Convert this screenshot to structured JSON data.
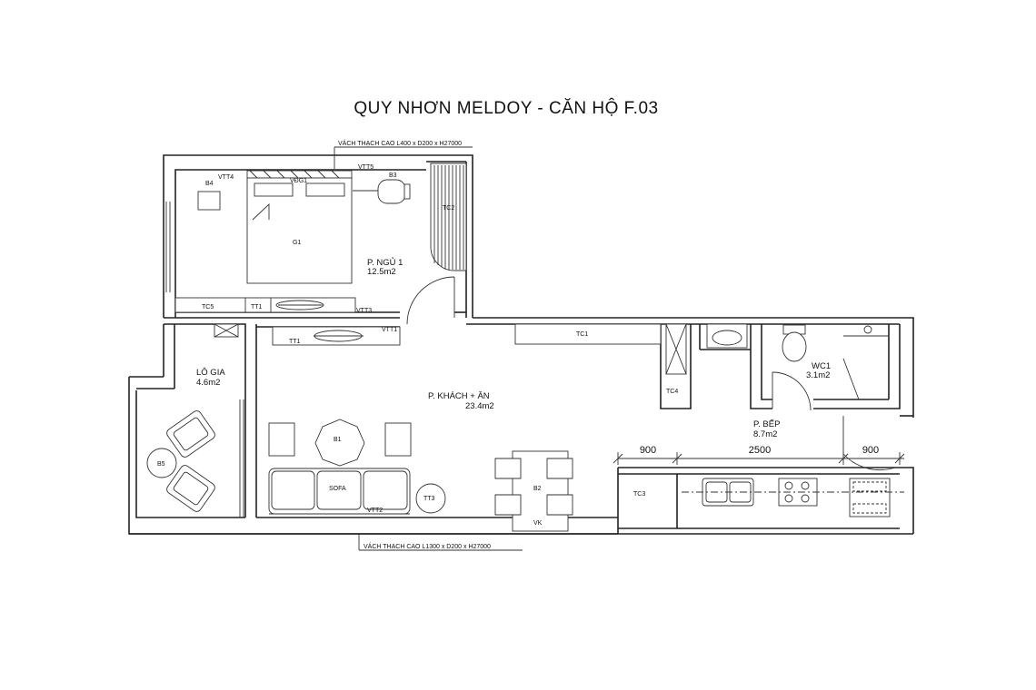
{
  "title": "QUY NHƠN MELDOY - CĂN HỘ F.03",
  "notes": {
    "top": "VÁCH THẠCH CAO L400 x D200 x H27000",
    "bottom": "VÁCH THẠCH CAO L1300 x D200 x H27000"
  },
  "rooms": {
    "bedroom": {
      "name": "P. NGỦ 1",
      "area": "12.5m2"
    },
    "loggia": {
      "name": "LÔ GIA",
      "area": "4.6m2"
    },
    "living": {
      "name": "P. KHÁCH + ĂN",
      "area": "23.4m2"
    },
    "kitchen": {
      "name": "P. BẾP",
      "area": "8.7m2"
    },
    "wc": {
      "name": "WC1",
      "area": "3.1m2"
    }
  },
  "tags": {
    "vtt4": "VTT4",
    "b4": "B4",
    "vdg1": "VĐG1",
    "vtt5": "VTT5",
    "b3": "B3",
    "tc2": "TC2",
    "g1": "G1",
    "tc5": "TC5",
    "tt1_bed": "TT1",
    "vtt3": "VTT3",
    "vtt1": "VTT1",
    "tt1_liv": "TT1",
    "tc1": "TC1",
    "tc4": "TC4",
    "b1": "B1",
    "sofa": "SOFA",
    "vtt2": "VTT2",
    "tt3": "TT3",
    "b5": "B5",
    "b2": "B2",
    "vk": "VK",
    "tc3": "TC3"
  },
  "dimensions": [
    "900",
    "2500",
    "900"
  ]
}
